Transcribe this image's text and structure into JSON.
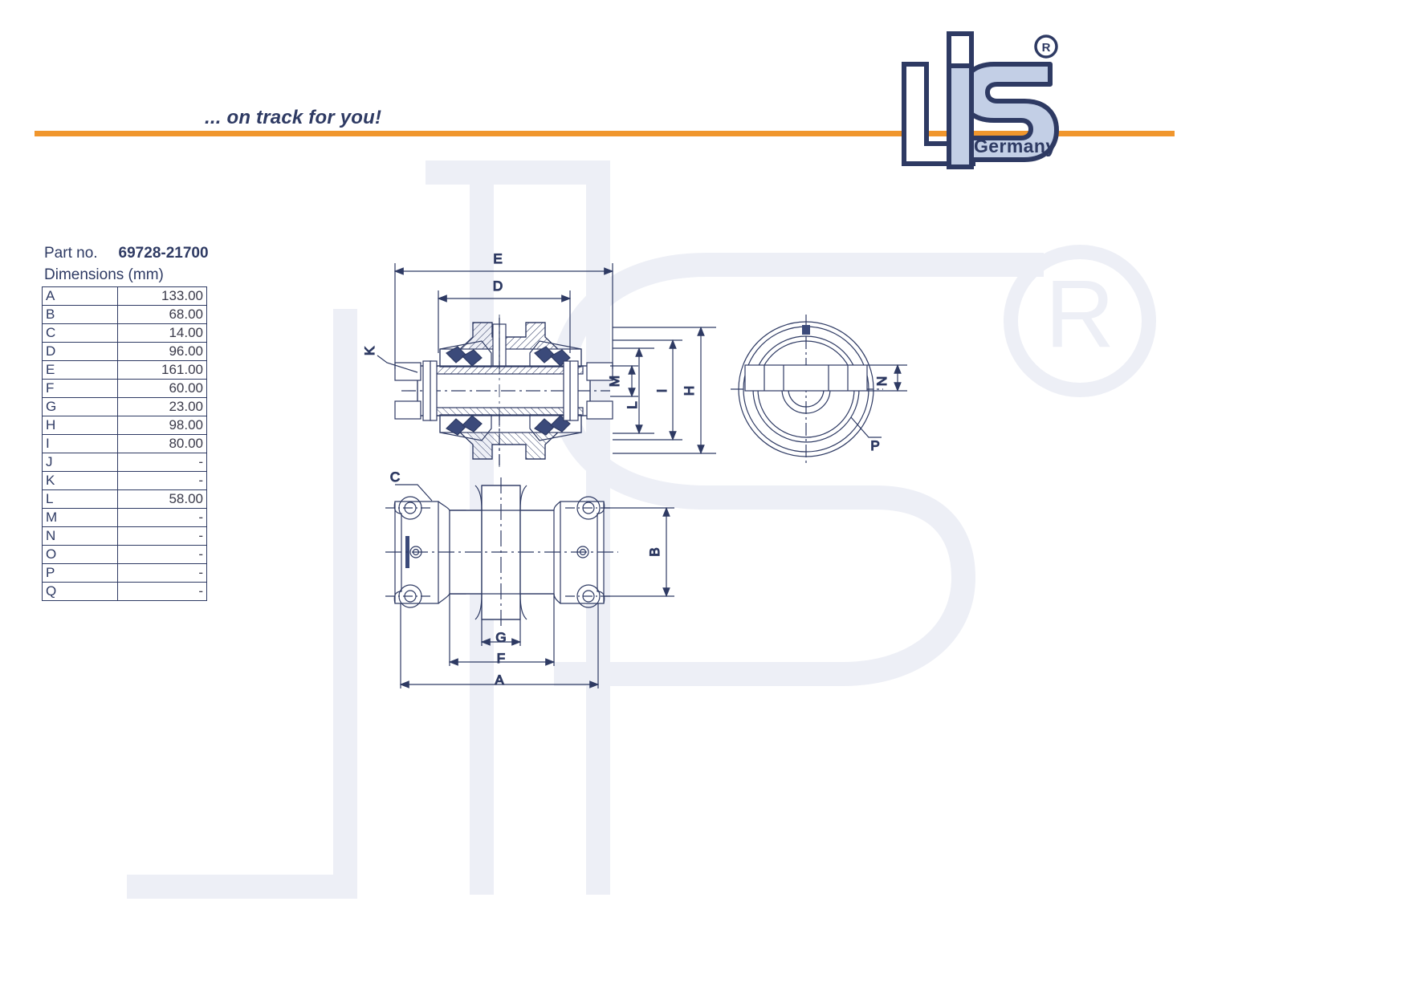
{
  "header": {
    "tagline": "... on track for you!",
    "logo_text": "LIS",
    "logo_registered": "®",
    "logo_country": "Germany",
    "rule_color": "#f0962d"
  },
  "part": {
    "label": "Part no.",
    "number": "69728-21700",
    "dimensions_caption": "Dimensions (mm)"
  },
  "dimensions_table": {
    "rows": [
      {
        "key": "A",
        "value": "133.00"
      },
      {
        "key": "B",
        "value": "68.00"
      },
      {
        "key": "C",
        "value": "14.00"
      },
      {
        "key": "D",
        "value": "96.00"
      },
      {
        "key": "E",
        "value": "161.00"
      },
      {
        "key": "F",
        "value": "60.00"
      },
      {
        "key": "G",
        "value": "23.00"
      },
      {
        "key": "H",
        "value": "98.00"
      },
      {
        "key": "I",
        "value": "80.00"
      },
      {
        "key": "J",
        "value": "-"
      },
      {
        "key": "K",
        "value": "-"
      },
      {
        "key": "L",
        "value": "58.00"
      },
      {
        "key": "M",
        "value": "-"
      },
      {
        "key": "N",
        "value": "-"
      },
      {
        "key": "O",
        "value": "-"
      },
      {
        "key": "P",
        "value": "-"
      },
      {
        "key": "Q",
        "value": "-"
      }
    ]
  },
  "drawing": {
    "title": "track-roller-technical-drawing",
    "callouts": {
      "E": "E",
      "D": "D",
      "K": "K",
      "M": "M",
      "L": "L",
      "I": "I",
      "H": "H",
      "N": "N",
      "P": "P",
      "C": "C",
      "B": "B",
      "G": "G",
      "F": "F",
      "A": "A"
    }
  },
  "colors": {
    "line": "#2e3a63",
    "accent": "#f0962d",
    "logo_fill": "#c3cfe6",
    "watermark": "#eceef5"
  }
}
